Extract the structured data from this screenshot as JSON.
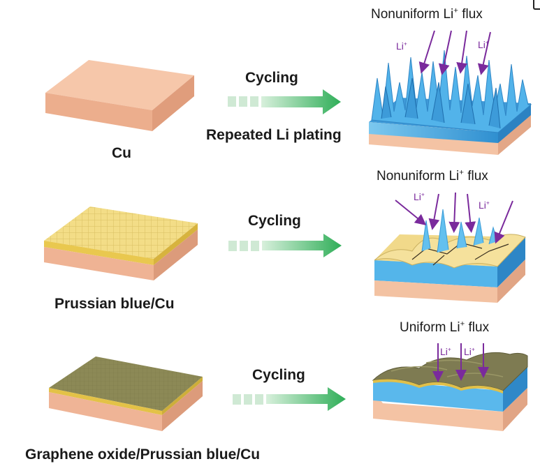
{
  "rows": [
    {
      "substrate_label": "Cu",
      "process_label": "Cycling",
      "process_sublabel": "Repeated Li plating",
      "flux_label": "Nonuniform Li",
      "flux_sup": "+",
      "flux_suffix": " flux",
      "ion_labels": [
        "Li",
        "Li"
      ]
    },
    {
      "substrate_label": "Prussian blue/Cu",
      "process_label": "Cycling",
      "flux_label": "Nonuniform Li",
      "flux_sup": "+",
      "flux_suffix": " flux",
      "ion_labels": [
        "Li",
        "Li"
      ]
    },
    {
      "substrate_label": "Graphene oxide/Prussian blue/Cu",
      "process_label": "Cycling",
      "flux_label": "Uniform Li",
      "flux_sup": "+",
      "flux_suffix": " flux",
      "ion_labels": [
        "Li",
        "Li"
      ]
    }
  ],
  "ion_sup": "+",
  "colors": {
    "copper": "#f6c6a8",
    "prussian_blue": "#f2dc86",
    "graphene_oxide": "#8e8a57",
    "lithium": "#4aa9e2",
    "arrow": "#3aae5b",
    "flux_arrow": "#7a2a9c"
  }
}
